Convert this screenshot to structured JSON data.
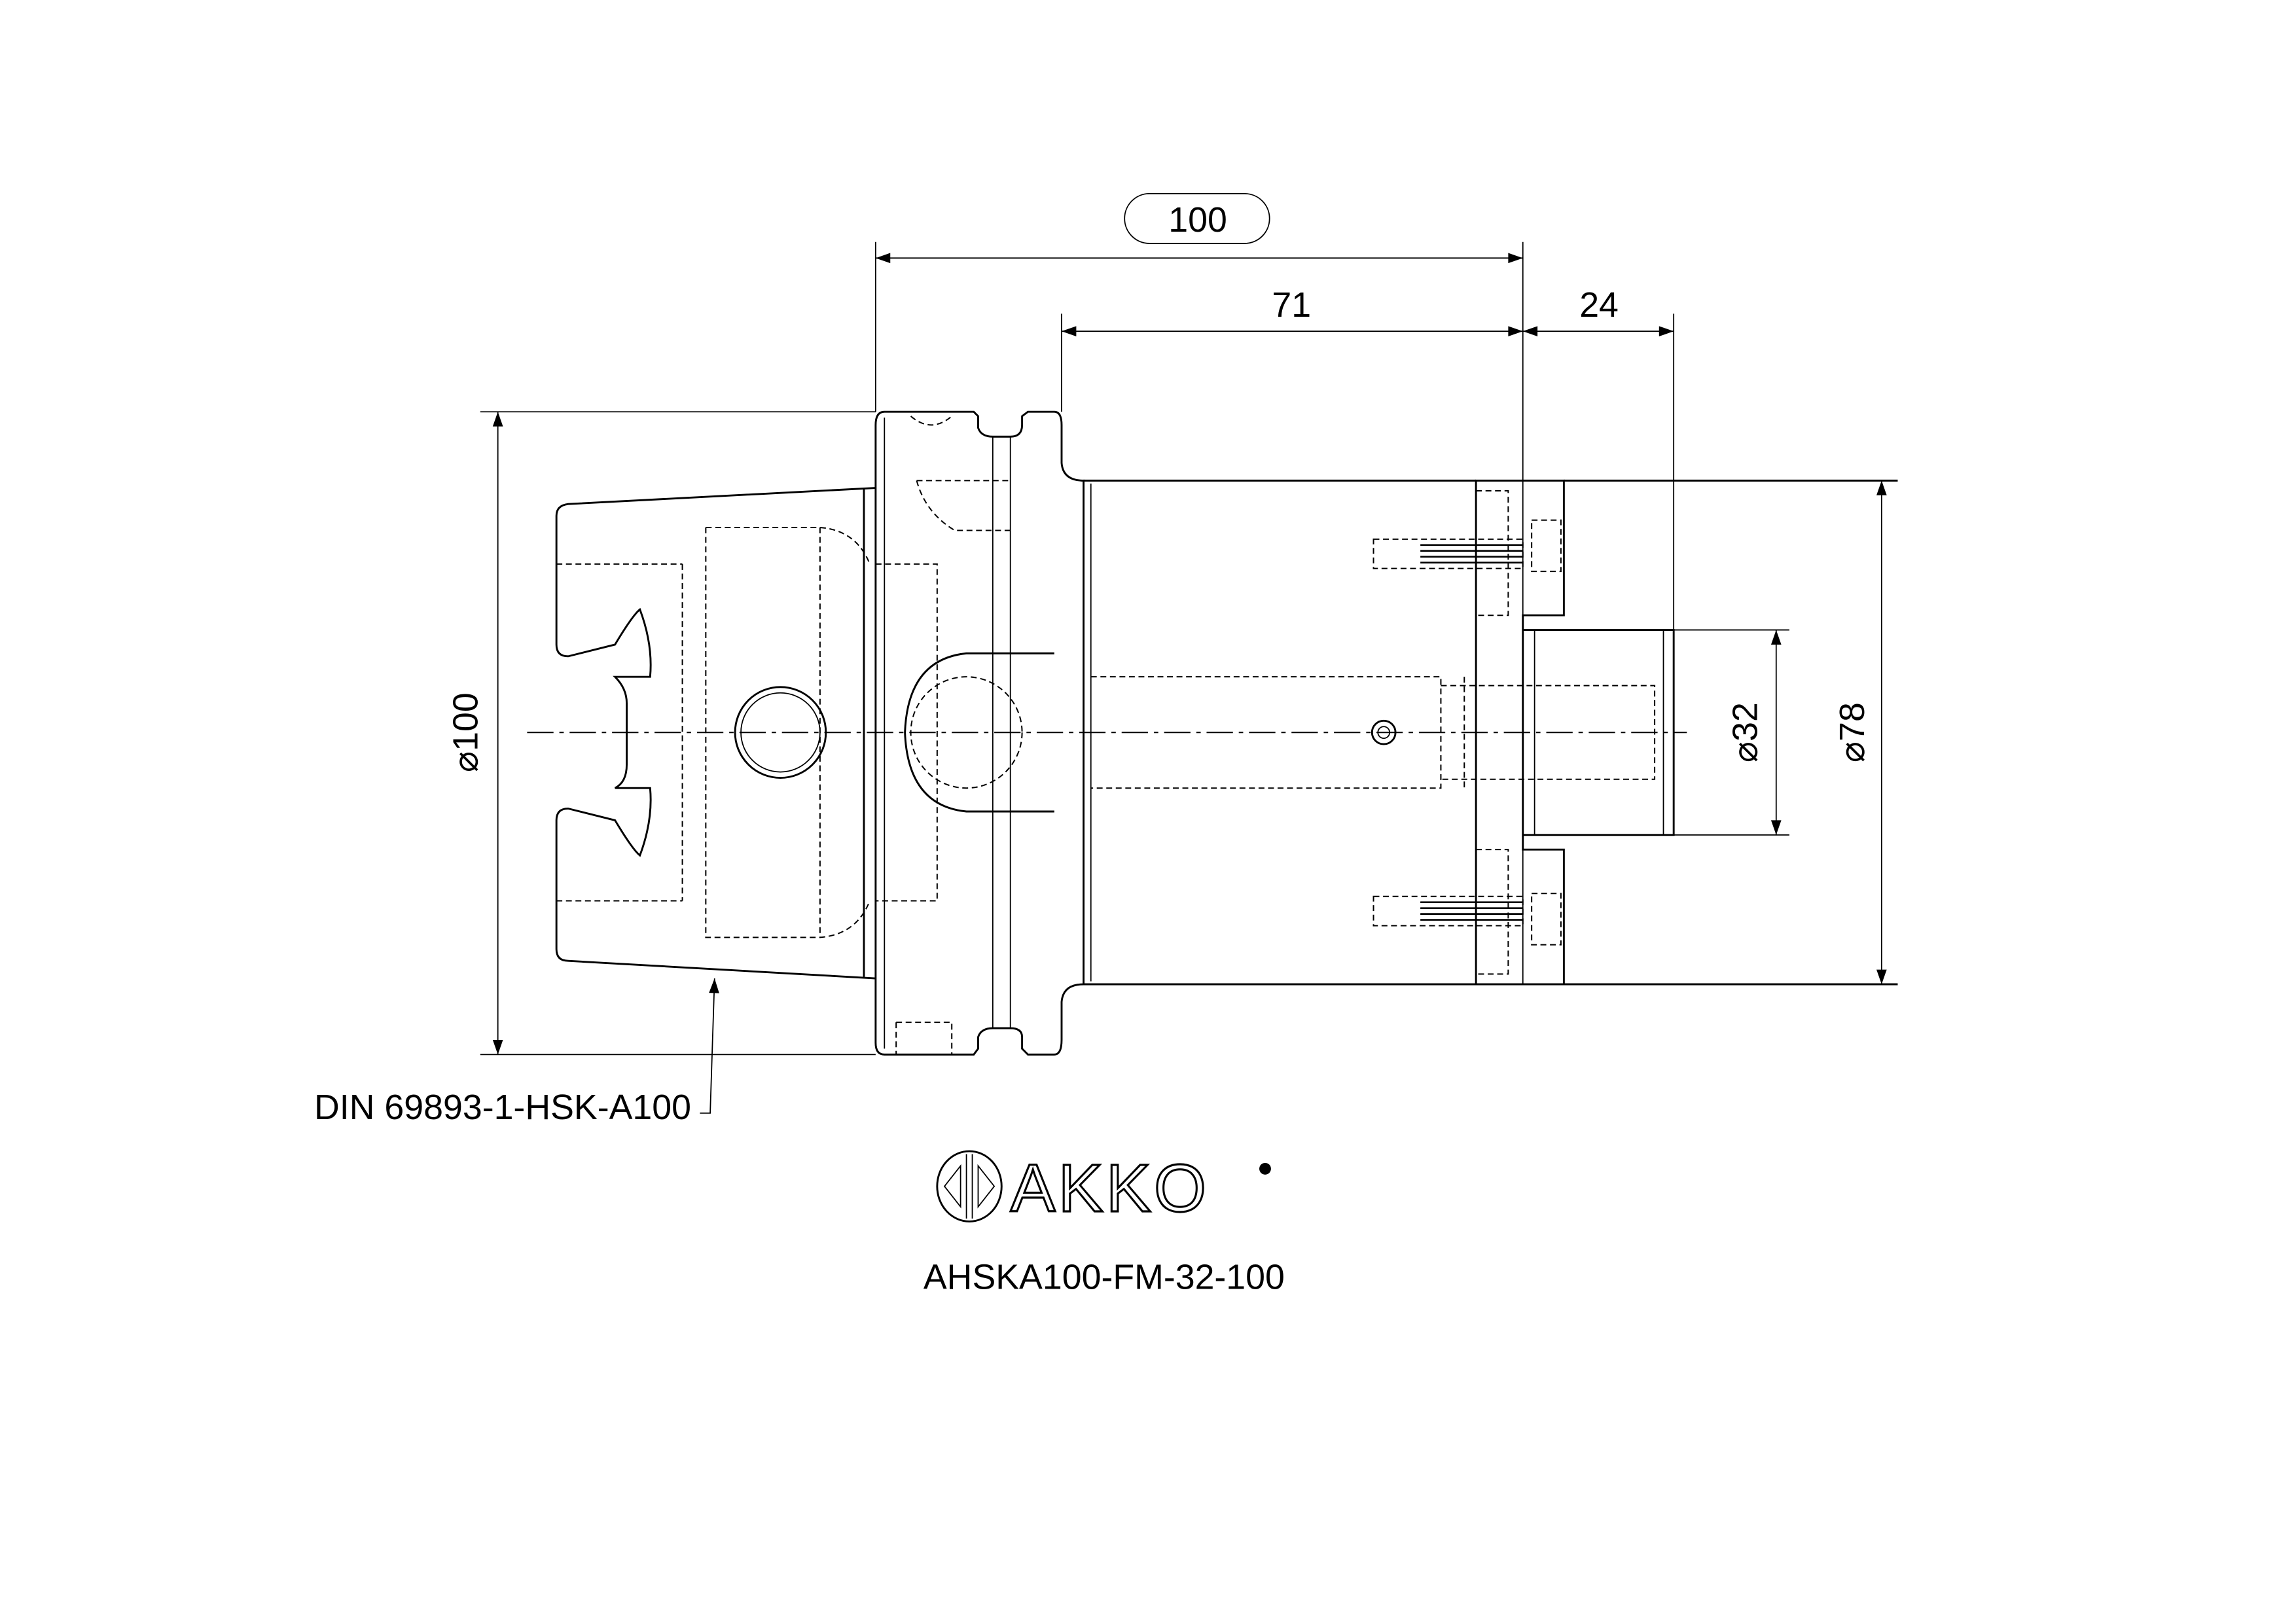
{
  "dimensions": {
    "overall_length": "100",
    "body_length": "71",
    "pilot_length": "24",
    "flange_diameter": "⌀100",
    "pilot_diameter": "⌀32",
    "body_diameter": "⌀78"
  },
  "taper_standard": "DIN 69893-1-HSK-A100",
  "brand": "AKKO",
  "model": "AHSKA100-FM-32-100",
  "colors": {
    "line": "#000000",
    "background": "#ffffff"
  }
}
